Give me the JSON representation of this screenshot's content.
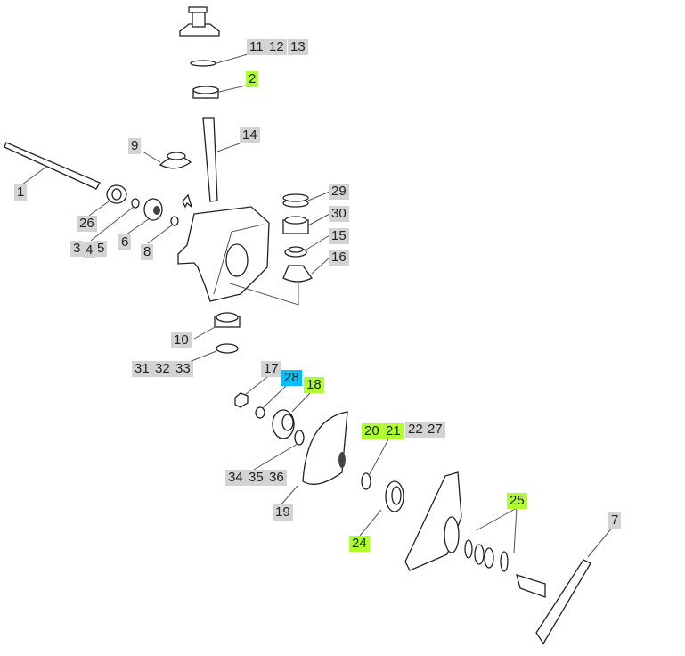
{
  "colors": {
    "default": "#d3d3d3",
    "highlight_green": "#adff2f",
    "highlight_blue": "#00bfff"
  },
  "labels": {
    "l11": "11",
    "l12": "12",
    "l13": "13",
    "l2": "2",
    "l14": "14",
    "l9": "9",
    "l1": "1",
    "l26": "26",
    "l3": "3",
    "l4": "4",
    "l5": "5",
    "l6": "6",
    "l8": "8",
    "l29": "29",
    "l30": "30",
    "l15": "15",
    "l16": "16",
    "l10": "10",
    "l31": "31",
    "l32": "32",
    "l33": "33",
    "l17": "17",
    "l28": "28",
    "l18": "18",
    "l20": "20",
    "l21": "21",
    "l22": "22",
    "l27": "27",
    "l34": "34",
    "l35": "35",
    "l36": "36",
    "l19": "19",
    "l24": "24",
    "l25": "25",
    "l7": "7"
  }
}
